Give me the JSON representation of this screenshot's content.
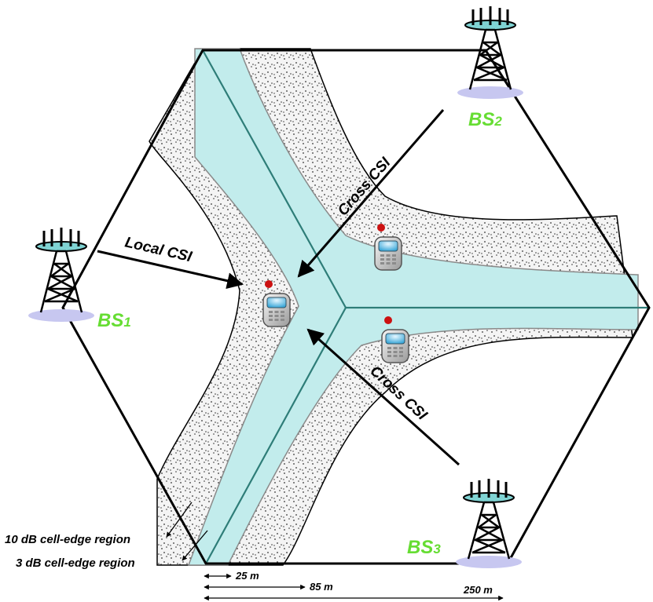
{
  "base_stations": [
    {
      "name": "BS",
      "index": "1"
    },
    {
      "name": "BS",
      "index": "2"
    },
    {
      "name": "BS",
      "index": "3"
    }
  ],
  "labels": {
    "local_csi": "Local CSI",
    "cross_csi_upper": "Cross CSI",
    "cross_csi_lower": "Cross CSI"
  },
  "regions": {
    "edge_10db": "10 dB cell-edge region",
    "edge_3db": "3 dB cell-edge region"
  },
  "dimensions": {
    "d1": "25 m",
    "d2": "85 m",
    "d3": "250 m"
  },
  "colors": {
    "bs_label": "#66dd33",
    "band_3db": "#bfe8e8",
    "band_line": "#2e7d78",
    "stipple_bg": "#f3f3f3",
    "user_dot": "#cc1111"
  }
}
